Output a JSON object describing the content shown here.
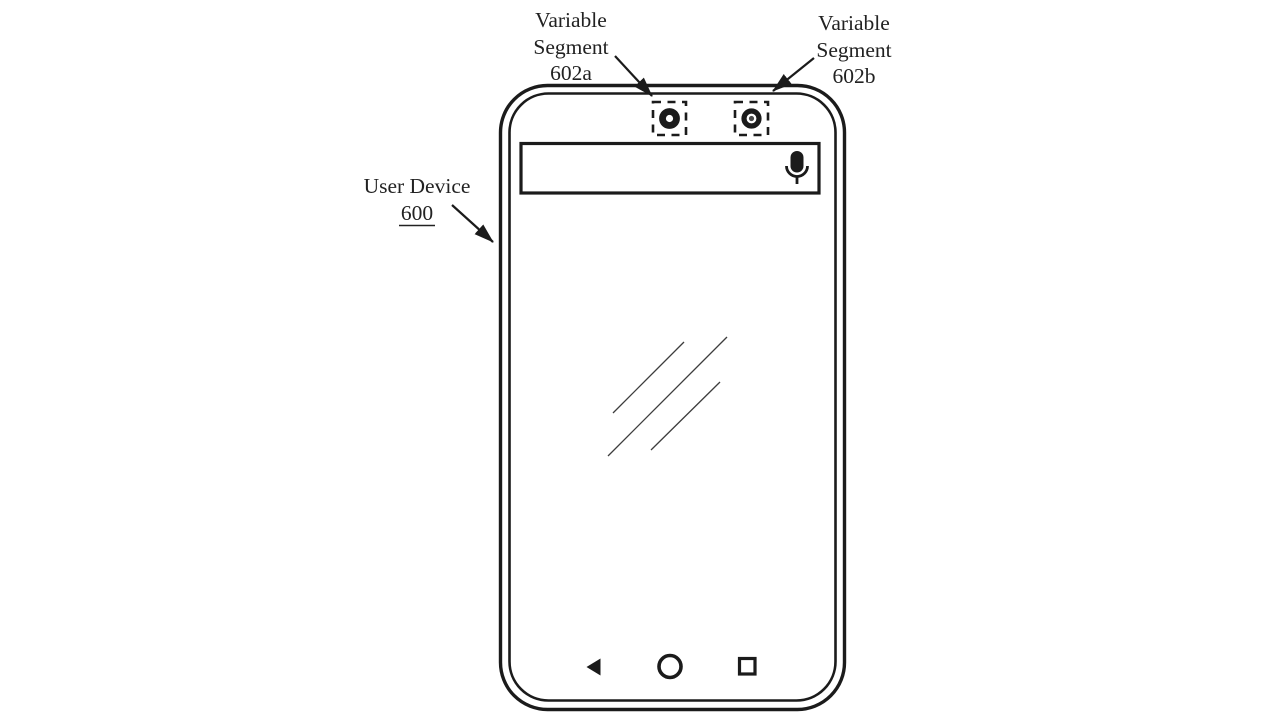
{
  "figure": {
    "type": "patent-device-drawing",
    "colors": {
      "background": "#ffffff",
      "ink": "#1b1b1b",
      "glare_line": "#3d3d3d",
      "lens_dot": "#4a4a4a"
    },
    "labels": {
      "segment_a": {
        "line1": "Variable",
        "line2": "Segment",
        "ref": "602a"
      },
      "segment_b": {
        "line1": "Variable",
        "line2": "Segment",
        "ref": "602b"
      },
      "device": {
        "name": "User Device",
        "ref": "600"
      }
    },
    "search_bar": {
      "value": ""
    },
    "icons": {
      "microphone": "microphone-icon",
      "camera_a": "front-camera-lens-a",
      "camera_b": "front-camera-lens-b",
      "back": "back-nav-icon",
      "home": "home-nav-icon",
      "recents": "recents-nav-icon"
    }
  }
}
